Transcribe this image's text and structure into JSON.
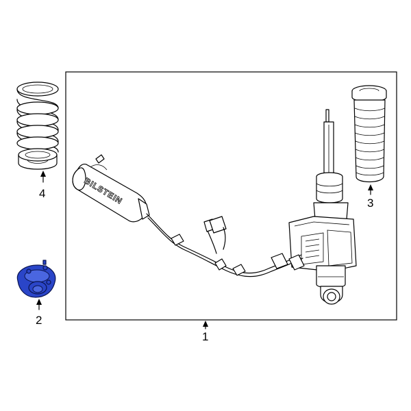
{
  "callouts": {
    "item1": "1",
    "item2": "2",
    "item3": "3",
    "item4": "4"
  },
  "brand_text": "BILSTEIN",
  "colors": {
    "highlight": "#2a45c8",
    "line": "#000000",
    "background": "#ffffff"
  }
}
